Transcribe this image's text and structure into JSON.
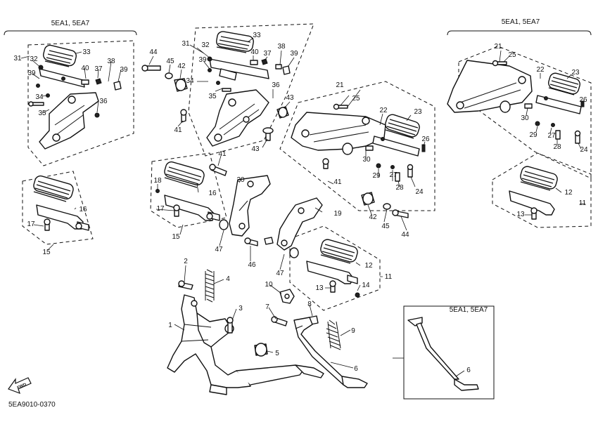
{
  "variant_headers": {
    "top_left": "5EA1, 5EA7",
    "top_right": "5EA1, 5EA7",
    "inset": "5EA1, 5EA7"
  },
  "drawing_code": "5EA9010-0370",
  "fwd_label": "FWD",
  "callouts": {
    "tl": [
      "31",
      "32",
      "33",
      "39",
      "40",
      "37",
      "38",
      "39",
      "34",
      "35",
      "36"
    ],
    "tc": [
      "44",
      "45",
      "42",
      "41",
      "31",
      "32",
      "33",
      "40",
      "37",
      "38",
      "39",
      "39",
      "34",
      "35",
      "36",
      "43",
      "43"
    ],
    "cr": [
      "21",
      "25",
      "22",
      "23",
      "26",
      "30",
      "29",
      "27",
      "28",
      "24",
      "41",
      "42",
      "45",
      "44"
    ],
    "tr": [
      "21",
      "25",
      "22",
      "23",
      "26",
      "30",
      "29",
      "27",
      "28",
      "24"
    ],
    "left": [
      "16",
      "17",
      "15"
    ],
    "ml": [
      "18",
      "16",
      "17",
      "15",
      "41",
      "20",
      "19",
      "47",
      "46",
      "47"
    ],
    "mr": [
      "12",
      "13",
      "14",
      "11",
      "12",
      "13",
      "11"
    ],
    "bottom": [
      "2",
      "4",
      "1",
      "3",
      "5",
      "7",
      "10",
      "8",
      "9",
      "6",
      "6"
    ]
  }
}
